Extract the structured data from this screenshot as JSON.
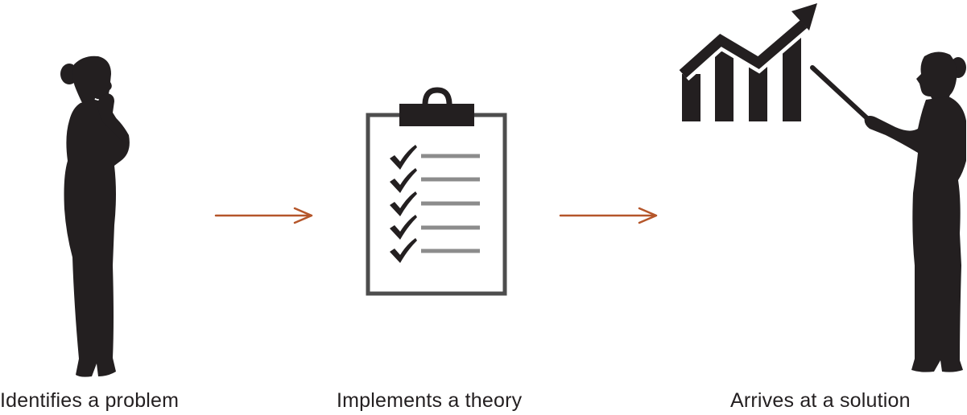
{
  "steps": [
    {
      "label": "Identifies a problem",
      "icon": "thinking-woman-icon"
    },
    {
      "label": "Implements a theory",
      "icon": "clipboard-checklist-icon"
    },
    {
      "label": "Arrives at a solution",
      "icon": "presenting-woman-with-growth-chart-icon"
    }
  ],
  "colors": {
    "silhouette": "#231f20",
    "arrow": "#b5562a",
    "clipboard_frame": "#4d4d4d",
    "checklist_lines": "#8c8c8c"
  },
  "checklist": {
    "items": 5
  }
}
